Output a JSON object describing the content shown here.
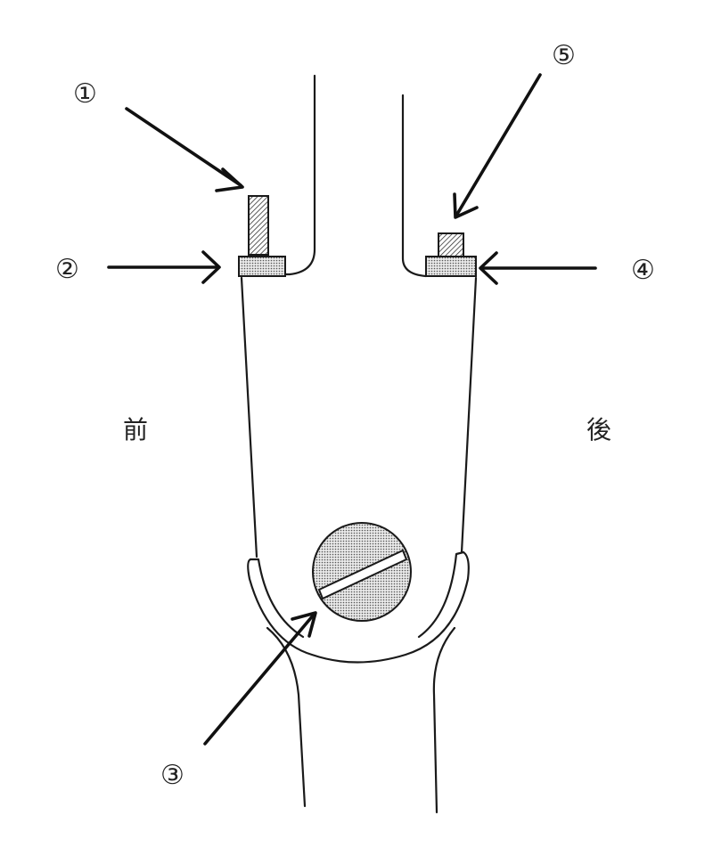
{
  "callouts": [
    {
      "id": "1",
      "label": "①"
    },
    {
      "id": "2",
      "label": "②"
    },
    {
      "id": "3",
      "label": "③"
    },
    {
      "id": "4",
      "label": "④"
    },
    {
      "id": "5",
      "label": "⑤"
    }
  ],
  "sides": {
    "front": "前",
    "rear": "後"
  },
  "colors": {
    "line": "#1a1a1a",
    "fill_shade": "#bdbdbd",
    "background": "#ffffff"
  }
}
